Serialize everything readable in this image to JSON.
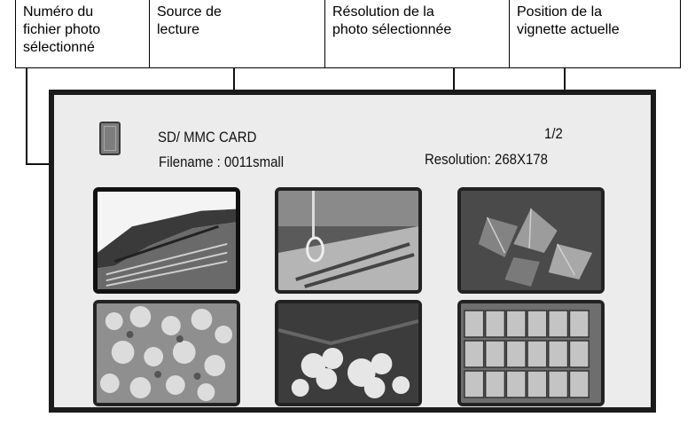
{
  "callouts": [
    {
      "lines": [
        "Numéro du",
        "fichier photo",
        "sélectionné"
      ]
    },
    {
      "lines": [
        "Source de",
        "lecture"
      ]
    },
    {
      "lines": [
        "Résolution de la",
        "photo sélectionnée"
      ]
    },
    {
      "lines": [
        "Position de la",
        "vignette actuelle"
      ]
    }
  ],
  "screen": {
    "source": "SD/ MMC  CARD",
    "filename": "Filename : 0011small",
    "page": "1/2",
    "resolution": "Resolution: 268X178",
    "card_icon": "sd-card-icon",
    "thumbnails": [
      {
        "subject": "pagoda-roof"
      },
      {
        "subject": "bell-rope"
      },
      {
        "subject": "leaves"
      },
      {
        "subject": "blossoms"
      },
      {
        "subject": "cherry-flowers"
      },
      {
        "subject": "sake-barrels"
      }
    ]
  },
  "colors": {
    "screen_bg": "#ececec",
    "border": "#1b1b1b",
    "icon": "#7d7d7d"
  }
}
